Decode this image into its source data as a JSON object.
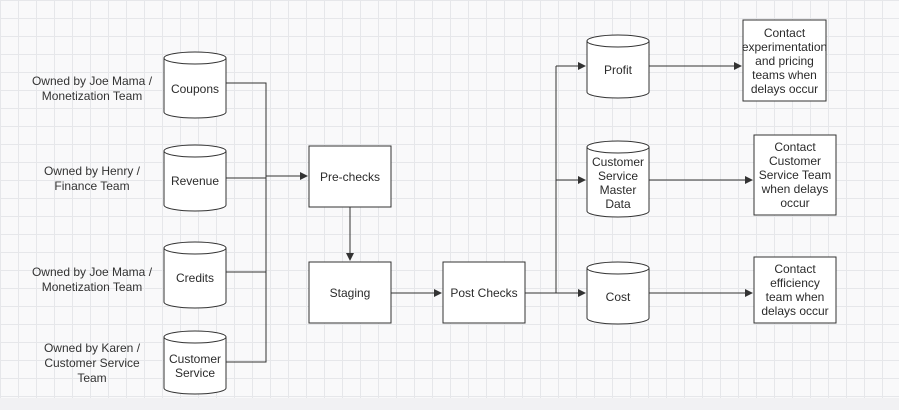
{
  "owners": {
    "coupons": [
      "Owned by Joe Mama /",
      "Monetization Team"
    ],
    "revenue": [
      "Owned by Henry /",
      "Finance Team"
    ],
    "credits": [
      "Owned by Joe Mama /",
      "Monetization Team"
    ],
    "customer_service": [
      "Owned by Karen /",
      "Customer Service",
      "Team"
    ]
  },
  "sources": {
    "coupons": [
      "Coupons"
    ],
    "revenue": [
      "Revenue"
    ],
    "credits": [
      "Credits"
    ],
    "customer_service": [
      "Customer",
      "Service"
    ]
  },
  "process": {
    "prechecks": [
      "Pre-checks"
    ],
    "staging": [
      "Staging"
    ],
    "postchecks": [
      "Post Checks"
    ]
  },
  "outputs": {
    "profit": [
      "Profit"
    ],
    "cs_master": [
      "Customer",
      "Service",
      "Master",
      "Data"
    ],
    "cost": [
      "Cost"
    ]
  },
  "contacts": {
    "profit": [
      "Contact",
      "experimentation",
      "and pricing",
      "teams when",
      "delays occur"
    ],
    "cs_master": [
      "Contact",
      "Customer",
      "Service Team",
      "when delays",
      "occur"
    ],
    "cost": [
      "Contact",
      "efficiency",
      "team when",
      "delays occur"
    ]
  },
  "colors": {
    "stroke": "#333333",
    "text": "#2b2b2b",
    "grid": "#e6e7ea",
    "fill": "#ffffff"
  }
}
